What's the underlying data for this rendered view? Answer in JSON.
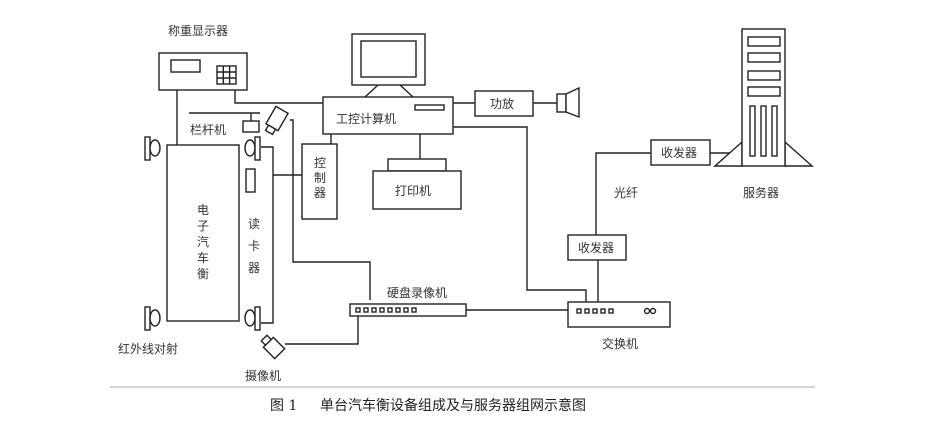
{
  "labels": {
    "weight_display": "称重显示器",
    "barrier": "栏杆机",
    "ipc": "工控计算机",
    "amplifier": "功放",
    "controller": "控制器",
    "printer": "打印机",
    "scale": "电子汽车衡",
    "card_reader": "读卡器",
    "infrared": "红外线对射",
    "camera": "摄像机",
    "dvr": "硬盘录像机",
    "switch": "交换机",
    "transceiver_local": "收发器",
    "transceiver_remote": "收发器",
    "fiber": "光纤",
    "server": "服务器"
  },
  "caption": {
    "figure_no": "图 1",
    "title": "单台汽车衡设备组成及与服务器组网示意图"
  }
}
